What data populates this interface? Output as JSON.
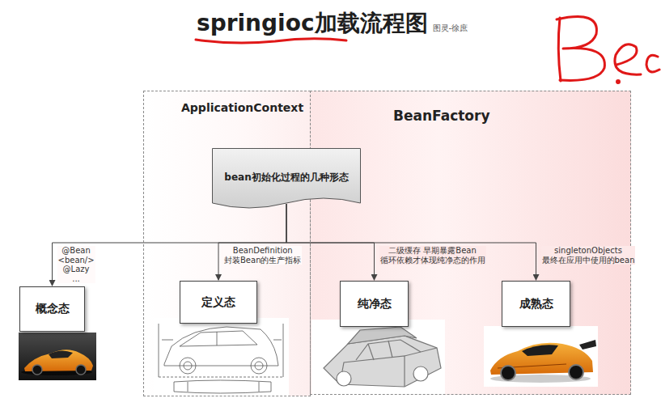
{
  "diagram": {
    "title": "springioc加载流程图",
    "nodes": [
      {
        "text": [
          "ApplicationContext"
        ]
      },
      {
        "text": [
          "BeanFactory"
        ]
      },
      {
        "text": [
          "bean初始化过程的几种形态"
        ]
      },
      {
        "text": [
          "概念态"
        ]
      },
      {
        "text": [
          "定义态"
        ],
        "in": 0
      },
      {
        "text": [
          "纯净态"
        ],
        "in": 1
      },
      {
        "text": [
          "成熟态"
        ],
        "in": 1
      }
    ],
    "edges": [
      {
        "from": 2,
        "to": 3,
        "label": "@Bean <bean/> @Lazy ...",
        "arrow": "to"
      },
      {
        "from": 2,
        "to": 4,
        "label": "BeanDefinition 封装Bean的生产指标",
        "arrow": "to"
      },
      {
        "from": 2,
        "to": 5,
        "label": "二级缓存 早期暴露Bean 循环依赖才体现纯净态的作用",
        "arrow": "to"
      },
      {
        "from": 2,
        "to": 6,
        "label": "singletonObjects 最终在应用中使用的bean",
        "arrow": "to"
      }
    ],
    "labels": [
      "图灵-徐庶"
    ]
  }
}
